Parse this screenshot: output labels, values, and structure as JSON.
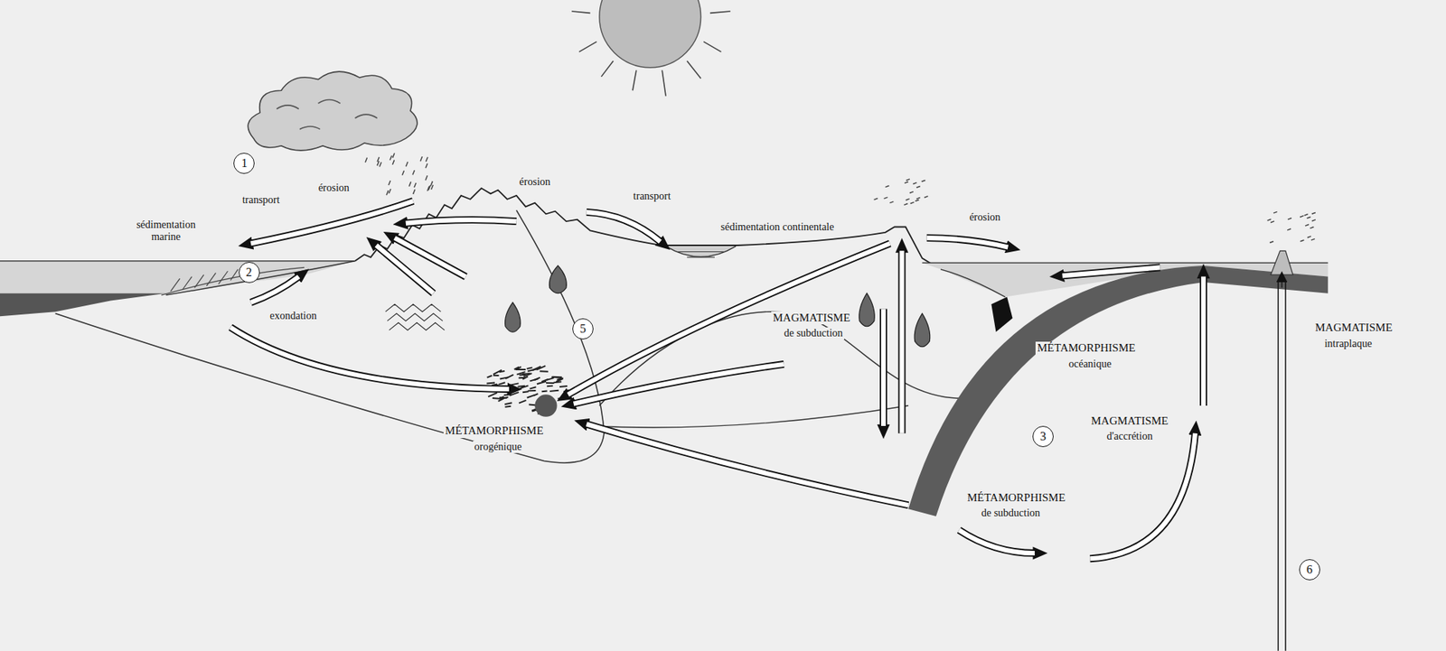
{
  "diagram": {
    "nodes": [
      {
        "text": [
          "1"
        ]
      },
      {
        "text": [
          "2"
        ]
      },
      {
        "text": [
          "5"
        ]
      },
      {
        "text": [
          "3"
        ]
      },
      {
        "text": [
          "6"
        ]
      }
    ],
    "labels": [
      "transport",
      "érosion",
      "érosion",
      "transport",
      "sédimentation marine",
      "sédimentation continentale",
      "érosion",
      "exondation",
      "MAGMATISME",
      "de subduction",
      "MAGMATISME",
      "intraplaque",
      "MÉTAMORPHISME",
      "océanique",
      "MAGMATISME",
      "d'accrétion",
      "MÉTAMORPHISME",
      "orogénique",
      "MÉTAMORPHISME",
      "de subduction"
    ]
  }
}
